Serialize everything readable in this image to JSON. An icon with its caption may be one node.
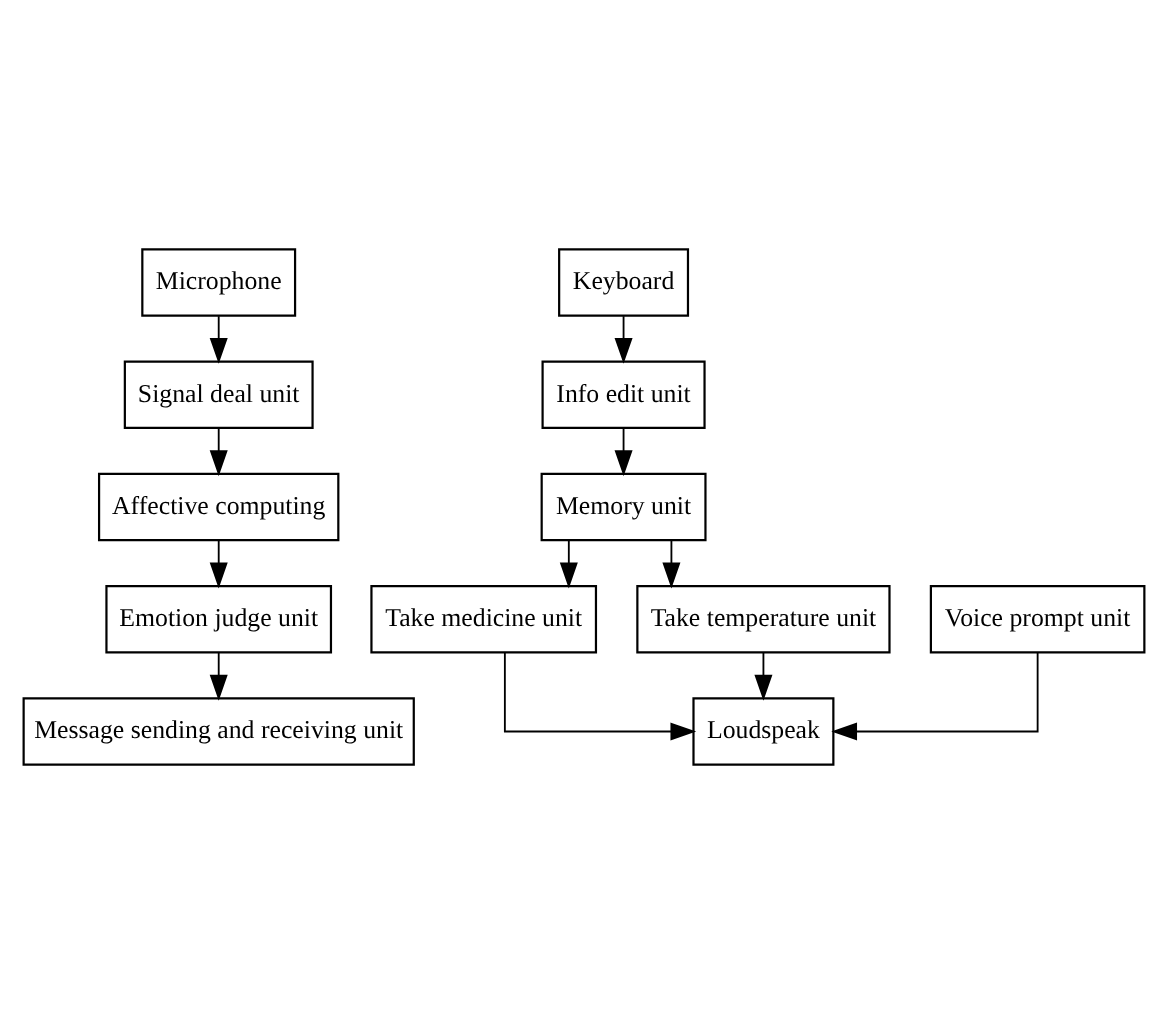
{
  "diagram": {
    "nodes": [
      {
        "text": [
          "Microphone"
        ]
      },
      {
        "text": [
          "Keyboard"
        ]
      },
      {
        "text": [
          "Signal deal unit"
        ]
      },
      {
        "text": [
          "Info edit unit"
        ]
      },
      {
        "text": [
          "Affective computing"
        ]
      },
      {
        "text": [
          "Take medicine unit"
        ]
      },
      {
        "text": [
          "Emotion judge unit"
        ]
      },
      {
        "text": [
          "Take temperature unit"
        ]
      },
      {
        "text": [
          "Voice prompt unit"
        ]
      },
      {
        "text": [
          "Loudspeak"
        ]
      },
      {
        "text": [
          "Memory unit"
        ]
      },
      {
        "text": [
          "Message sending and receiving unit"
        ]
      }
    ],
    "edges": [
      {
        "from": 0,
        "to": 2,
        "arrow": "to"
      },
      {
        "from": 2,
        "to": 4,
        "arrow": "to"
      },
      {
        "from": 4,
        "to": 6,
        "arrow": "to"
      },
      {
        "from": 1,
        "to": 3,
        "arrow": "to"
      },
      {
        "from": 3,
        "to": 10,
        "arrow": "to"
      },
      {
        "from": 10,
        "to": 5,
        "arrow": "to"
      },
      {
        "from": 10,
        "to": 7,
        "arrow": "to"
      },
      {
        "from": 5,
        "to": 9,
        "arrow": "to"
      },
      {
        "from": 7,
        "to": 9,
        "arrow": "to"
      },
      {
        "from": 6,
        "to": 11,
        "arrow": "to"
      },
      {
        "from": 8,
        "to": 9,
        "arrow": "to"
      }
    ]
  }
}
